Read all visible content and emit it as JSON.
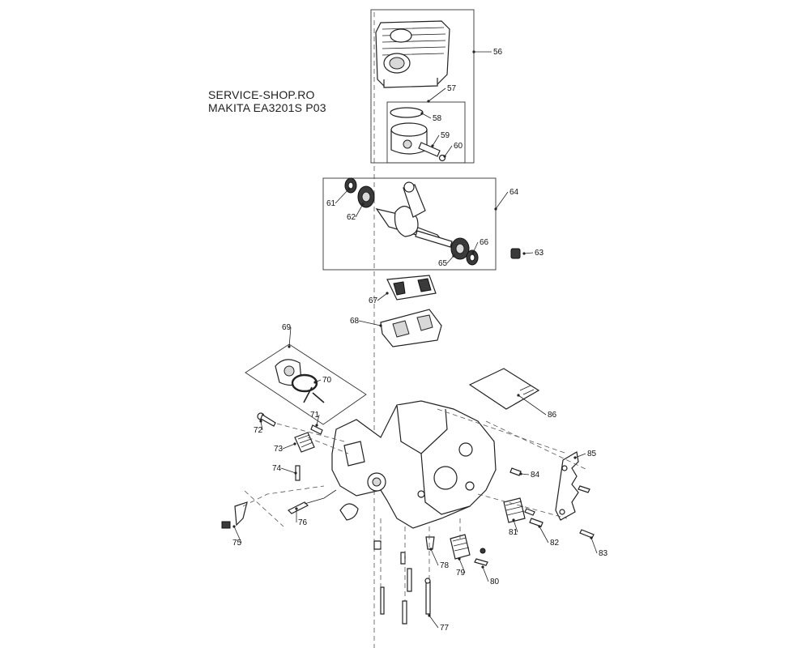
{
  "header": {
    "line1": "SERVICE-SHOP.RO",
    "line2": "MAKITA EA3201S P03"
  },
  "callouts": [
    {
      "id": "56",
      "label": "56"
    },
    {
      "id": "57",
      "label": "57"
    },
    {
      "id": "58",
      "label": "58"
    },
    {
      "id": "59",
      "label": "59"
    },
    {
      "id": "60",
      "label": "60"
    },
    {
      "id": "61",
      "label": "61"
    },
    {
      "id": "62",
      "label": "62"
    },
    {
      "id": "63",
      "label": "63"
    },
    {
      "id": "64",
      "label": "64"
    },
    {
      "id": "65",
      "label": "65"
    },
    {
      "id": "66",
      "label": "66"
    },
    {
      "id": "67",
      "label": "67"
    },
    {
      "id": "68",
      "label": "68"
    },
    {
      "id": "69",
      "label": "69"
    },
    {
      "id": "70",
      "label": "70"
    },
    {
      "id": "71",
      "label": "71"
    },
    {
      "id": "72",
      "label": "72"
    },
    {
      "id": "73",
      "label": "73"
    },
    {
      "id": "74",
      "label": "74"
    },
    {
      "id": "75",
      "label": "75"
    },
    {
      "id": "76",
      "label": "76"
    },
    {
      "id": "77",
      "label": "77"
    },
    {
      "id": "78",
      "label": "78"
    },
    {
      "id": "79",
      "label": "79"
    },
    {
      "id": "80",
      "label": "80"
    },
    {
      "id": "81",
      "label": "81"
    },
    {
      "id": "82",
      "label": "82"
    },
    {
      "id": "83",
      "label": "83"
    },
    {
      "id": "84",
      "label": "84"
    },
    {
      "id": "85",
      "label": "85"
    },
    {
      "id": "86",
      "label": "86"
    }
  ],
  "colors": {
    "line": "#222222",
    "background": "#ffffff",
    "dark_part": "#3a3a3a"
  }
}
